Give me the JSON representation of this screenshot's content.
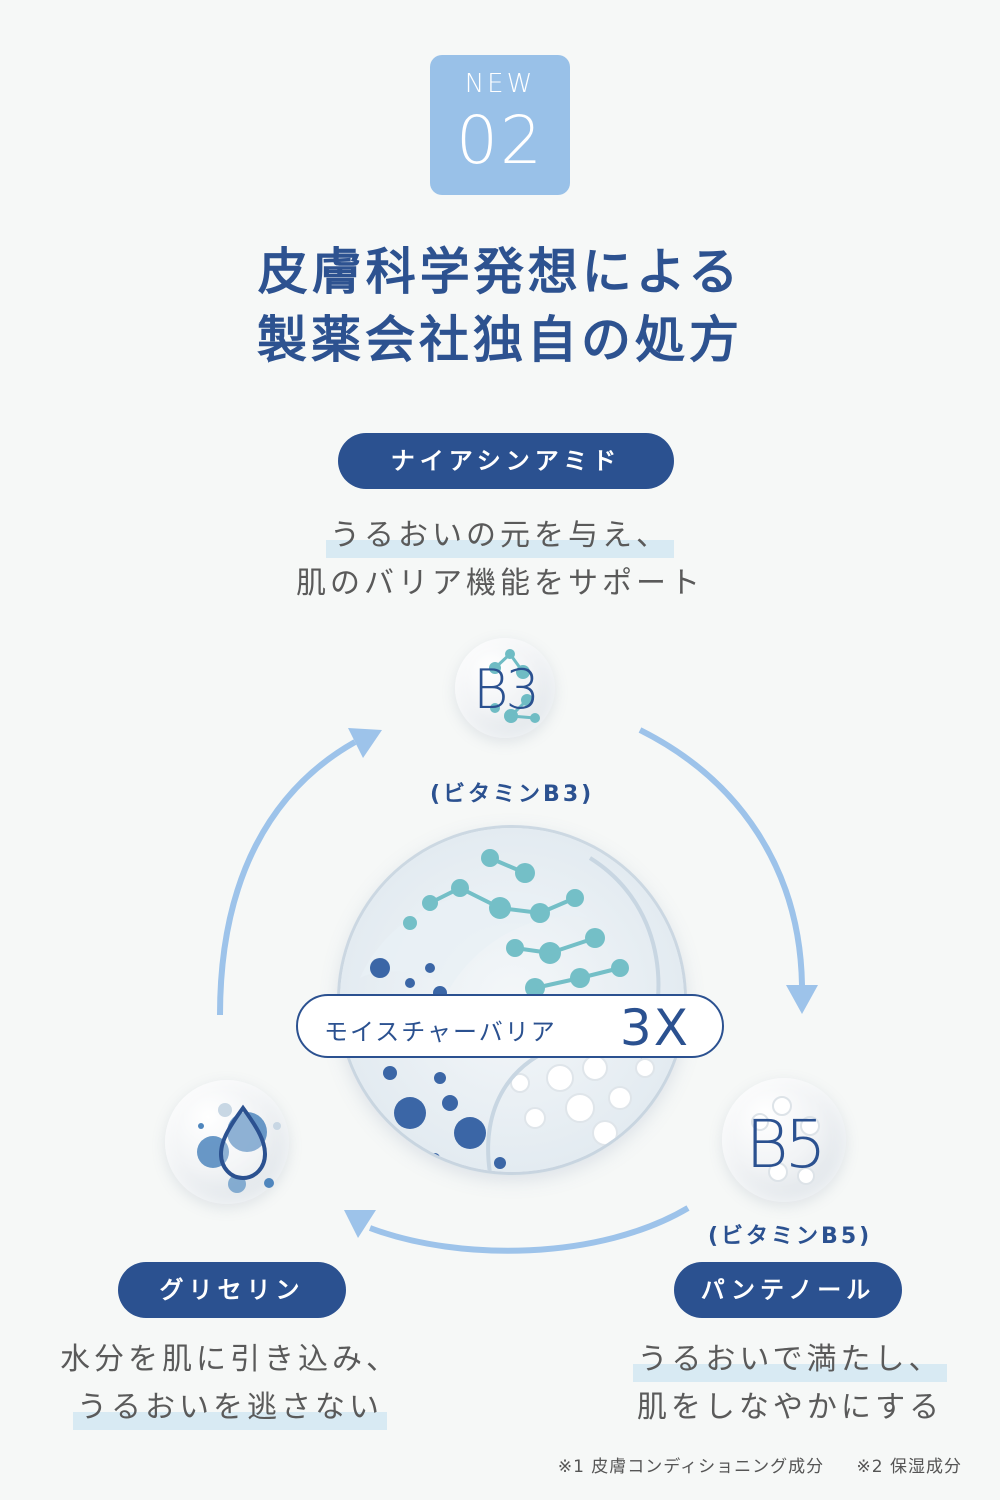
{
  "badge": {
    "label": "NEW",
    "number": "02",
    "color": "#99c1e8"
  },
  "headline": {
    "line1": "皮膚科学発想による",
    "line2": "製薬会社独自の処方",
    "color": "#2d5290"
  },
  "ingredients": {
    "top": {
      "name": "ナイアシンアミド",
      "orb_label": "B3",
      "sub_label": "(ビタミンB3)",
      "desc_line1": "うるおいの元を与え、",
      "desc_line2": "肌のバリア機能をサポート"
    },
    "left": {
      "name": "グリセリン",
      "orb_icon": "water-drop-icon",
      "desc_line1": "水分を肌に引き込み、",
      "desc_line2": "うるおいを逃さない"
    },
    "right": {
      "name": "パンテノール",
      "orb_label": "B5",
      "sub_label": "(ビタミンB5)",
      "desc_line1": "うるおいで満たし、",
      "desc_line2": "肌をしなやかにする"
    }
  },
  "center": {
    "label": "モイスチャーバリア",
    "multiplier": "3X"
  },
  "footnotes": [
    "※1 皮膚コンディショニング成分",
    "※2 保湿成分"
  ],
  "colors": {
    "primary": "#2b5190",
    "arrow": "#9dc3ea",
    "highlight": "#d8eaf3",
    "background": "#f6f8f7"
  }
}
